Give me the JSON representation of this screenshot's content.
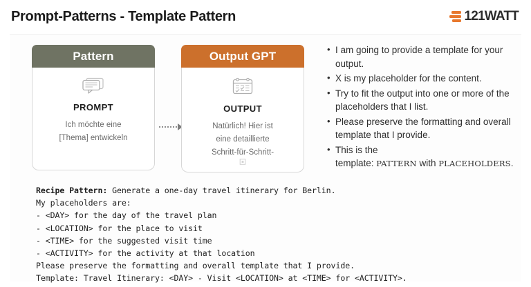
{
  "header": {
    "title": "Prompt-Patterns - Template Pattern",
    "brand": "121WATT",
    "brand_icon": "three-bars-logo-icon",
    "brand_color": "#e8782d"
  },
  "colors": {
    "pattern_header": "#6f7363",
    "output_header": "#cc702c",
    "text": "#1f1f1f"
  },
  "flow": {
    "cards": [
      {
        "header": "Pattern",
        "icon": "chat-bubble-icon",
        "label": "PROMPT",
        "lines": [
          "Ich möchte eine",
          "[Thema] entwickeln"
        ]
      },
      {
        "header": "Output GPT",
        "icon": "calendar-checklist-icon",
        "label": "OUTPUT",
        "lines": [
          "Natürlich! Hier ist",
          "eine detaillierte",
          "Schritt-für-Schritt-"
        ],
        "foot_icon": "small-square-icon"
      }
    ],
    "arrow": "dotted-arrow-right-icon"
  },
  "bullets": [
    {
      "text": "I am going to provide a template for your output."
    },
    {
      "text": "X is my placeholder for the content."
    },
    {
      "text": "Try to fit the output into one or more of the placeholders that I list."
    },
    {
      "text": "Please preserve the formatting and overall template that I provide."
    },
    {
      "prefix": "This is the",
      "middle": "template: ",
      "mono1": "PATTERN",
      "between": " with ",
      "mono2": "PLACEHOLDERS",
      "suffix": "."
    }
  ],
  "code": {
    "bold_prefix": "Recipe Pattern:",
    "first_line_rest": " Generate a one-day travel itinerary for Berlin.",
    "lines": [
      "My placeholders are:",
      "- <DAY> for the day of the travel plan",
      "- <LOCATION> for the place to visit",
      "- <TIME> for the suggested visit time",
      "- <ACTIVITY> for the activity at that location",
      "Please preserve the formatting and overall template that I provide.",
      "Template: Travel Itinerary: <DAY> - Visit <LOCATION> at <TIME> for <ACTIVITY>."
    ]
  }
}
